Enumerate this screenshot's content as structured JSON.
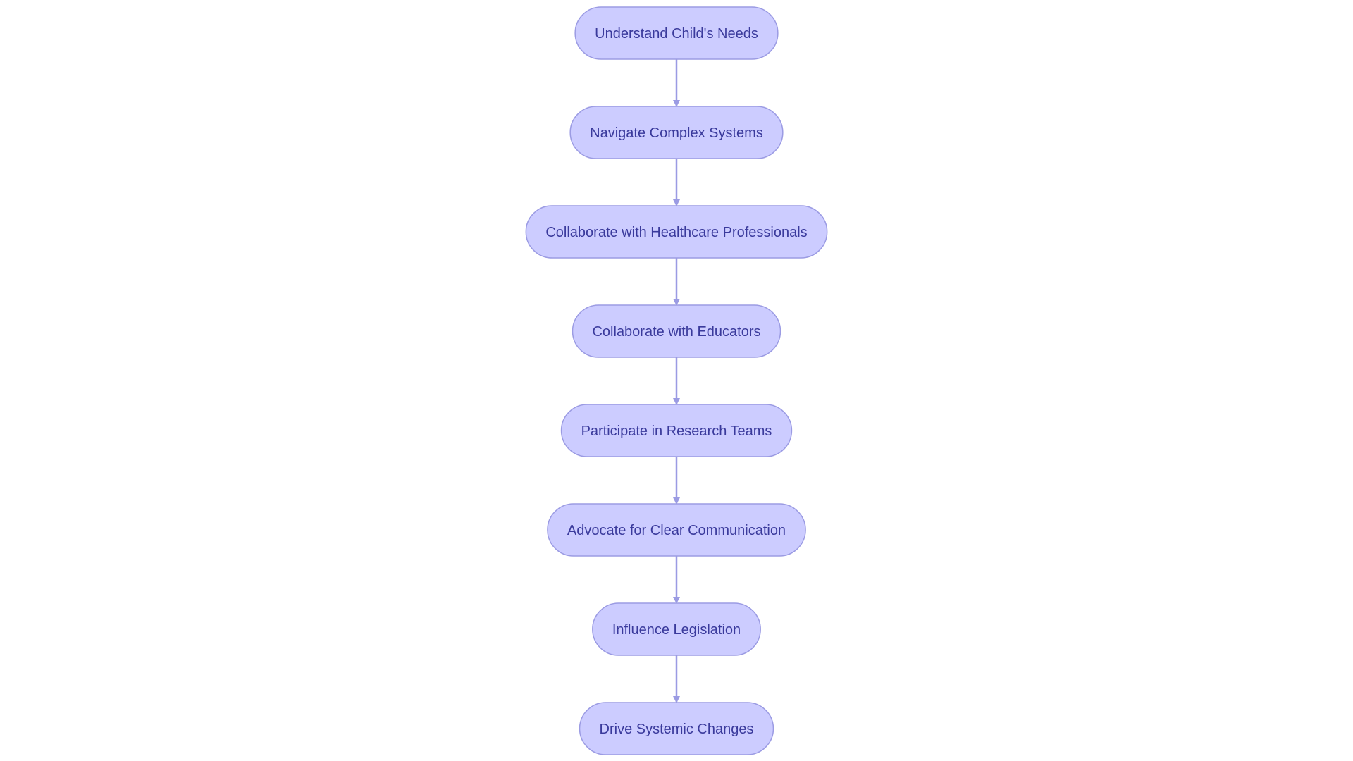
{
  "diagram": {
    "type": "flowchart",
    "direction": "top-to-bottom",
    "node_fill": "#ccccff",
    "node_stroke": "#9b9be3",
    "edge_color": "#9b9be3",
    "text_color": "#3a3a9c",
    "nodes": [
      {
        "id": "n1",
        "label": "Understand Child's Needs"
      },
      {
        "id": "n2",
        "label": "Navigate Complex Systems"
      },
      {
        "id": "n3",
        "label": "Collaborate with Healthcare Professionals"
      },
      {
        "id": "n4",
        "label": "Collaborate with Educators"
      },
      {
        "id": "n5",
        "label": "Participate in Research Teams"
      },
      {
        "id": "n6",
        "label": "Advocate for Clear Communication"
      },
      {
        "id": "n7",
        "label": "Influence Legislation"
      },
      {
        "id": "n8",
        "label": "Drive Systemic Changes"
      }
    ],
    "edges": [
      {
        "from": "n1",
        "to": "n2"
      },
      {
        "from": "n2",
        "to": "n3"
      },
      {
        "from": "n3",
        "to": "n4"
      },
      {
        "from": "n4",
        "to": "n5"
      },
      {
        "from": "n5",
        "to": "n6"
      },
      {
        "from": "n6",
        "to": "n7"
      },
      {
        "from": "n7",
        "to": "n8"
      }
    ]
  }
}
